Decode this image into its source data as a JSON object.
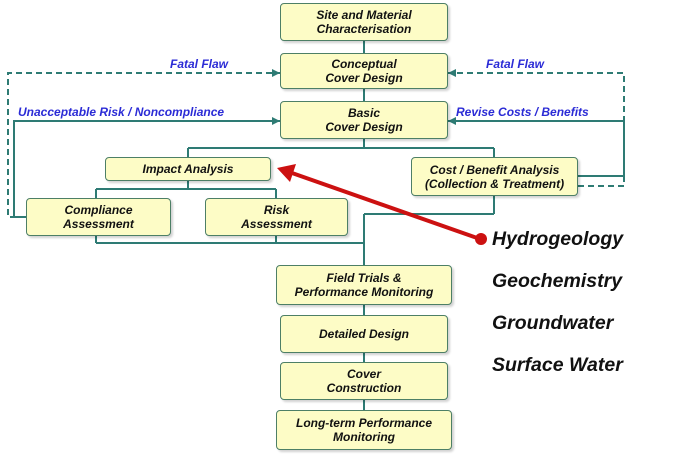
{
  "boxes": {
    "site": "Site and Material\nCharacterisation",
    "conceptual": "Conceptual\nCover Design",
    "basic": "Basic\nCover Design",
    "impact": "Impact Analysis",
    "cost": "Cost / Benefit Analysis\n(Collection & Treatment)",
    "compliance": "Compliance\nAssessment",
    "risk": "Risk\nAssessment",
    "field": "Field Trials &\nPerformance Monitoring",
    "detailed": "Detailed Design",
    "construction": "Cover\nConstruction",
    "longterm": "Long-term Performance\nMonitoring"
  },
  "flow_labels": {
    "fatal_flaw_left": "Fatal Flaw",
    "fatal_flaw_right": "Fatal Flaw",
    "unacceptable": "Unacceptable Risk / Noncompliance",
    "revise": "Revise Costs / Benefits"
  },
  "inputs": [
    "Hydrogeology",
    "Geochemistry",
    "Groundwater",
    "Surface Water"
  ],
  "colors": {
    "box_fill": "#fdfcc6",
    "box_border": "#4d7f66",
    "connector": "#2e7b74",
    "label_text": "#2b2bd6",
    "arrow": "#cc1111"
  }
}
